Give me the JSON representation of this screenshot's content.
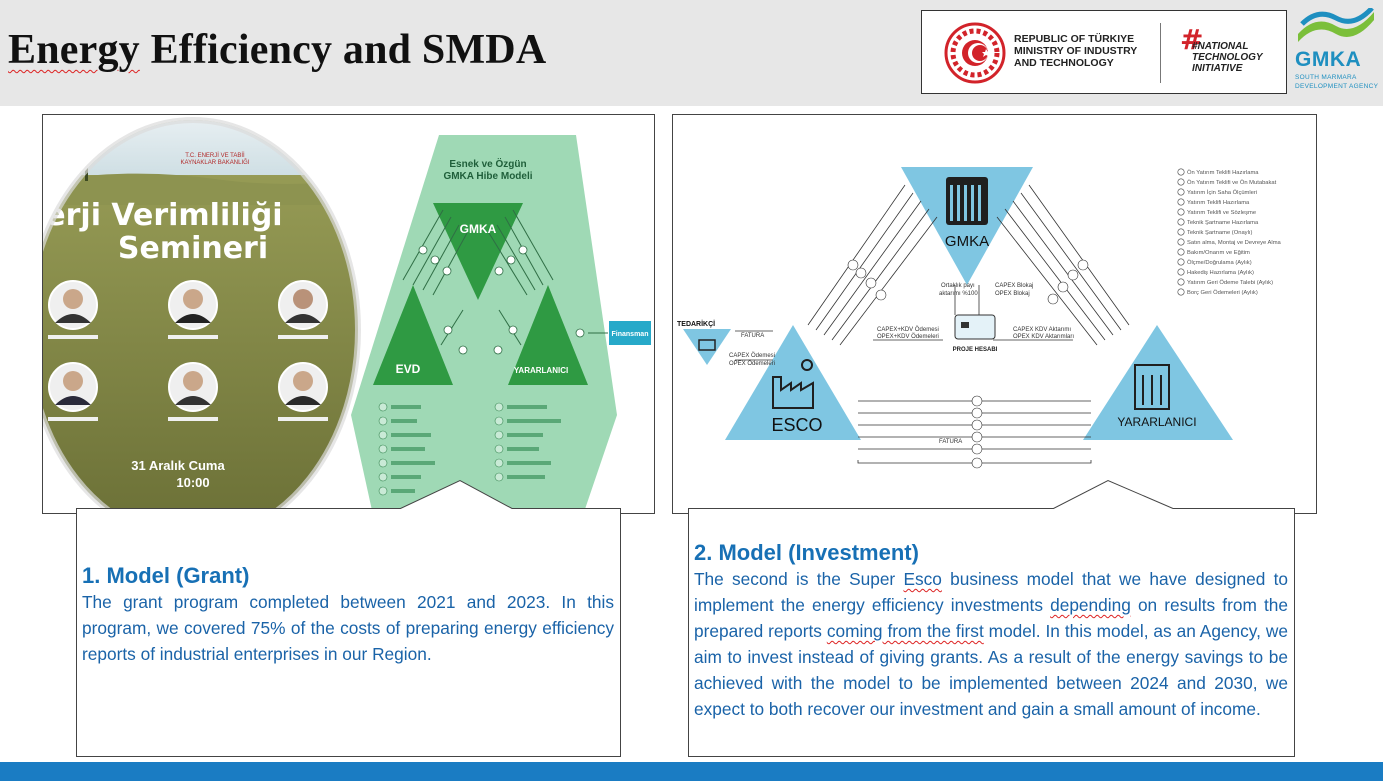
{
  "header": {
    "title_part1": "Energy",
    "title_part2": "Efficiency and SMDA",
    "ministry": [
      "REPUBLIC OF TÜRKIYE",
      "MINISTRY OF INDUSTRY",
      "AND TECHNOLOGY"
    ],
    "nti": [
      "#NATIONAL",
      "TECHNOLOGY",
      "INITIATIVE"
    ],
    "gmka_name": "GMKA",
    "gmka_sub": [
      "SOUTH MARMARA",
      "DEVELOPMENT AGENCY"
    ]
  },
  "grant_image": {
    "seminar_title": [
      "Enerji Verimliliği",
      "Semineri"
    ],
    "date": "31 Aralık Cuma",
    "time": "10:00",
    "model_title": [
      "Esnek ve Özgün",
      "GMKA Hibe Modeli"
    ],
    "gmka": "GMKA",
    "evd": "EVD",
    "yararlanici": "YARARLANICI",
    "finansman": "Finansman"
  },
  "investment_image": {
    "gmka": "GMKA",
    "esco": "ESCO",
    "yararlanici": "YARARLANICI",
    "tedarikci": "TEDARİKÇİ",
    "fatura": "FATURA",
    "proje_hesabi": "PROJE HESABI",
    "ortaklik": [
      "Ortaklık payı",
      "aktarımı %100"
    ],
    "capex_blokaj": [
      "CAPEX Blokaj",
      "OPEX Blokaj"
    ],
    "capex_kdv_esco": [
      "CAPEX+KDV Ödemesi",
      "OPEX+KDV Ödemeleri"
    ],
    "capex_kdv_yar": [
      "CAPEX KDV Aktarımı",
      "OPEX KDV Aktarımları"
    ],
    "capex_odemesi": [
      "CAPEX Ödemesi",
      "OPEX Ödemeleri"
    ],
    "legend": [
      "Ön Yatırım Teklifi Hazırlama",
      "Ön Yatırım Teklifi ve Ön Mutabakat",
      "Yatırım İçin Saha Ölçümleri",
      "Yatırım Teklifi Hazırlama",
      "Yatırım Teklifi ve Sözleşme",
      "Teknik Şartname Hazırlama",
      "Teknik Şartname (Onaylı)",
      "Satın alma, Montaj ve Devreye Alma",
      "Bakım/Onarım ve Eğitim",
      "Ölçme/Doğrulama (Aylık)",
      "Hakediş Hazırlama (Aylık)",
      "Yatırım Geri Ödeme Talebi (Aylık)",
      "Borç Geri Ödemeleri (Aylık)"
    ]
  },
  "model1": {
    "heading": "1. Model (Grant)",
    "body": "The grant program completed between 2021 and 2023. In this program, we covered 75% of the costs of preparing energy efficiency reports of industrial enterprises in our Region."
  },
  "model2": {
    "heading": "2. Model (Investment)",
    "p1": "The second is the Super ",
    "p_esco": "Esco",
    "p2": " business model that we have designed to implement the energy efficiency investments ",
    "p_depending": "depending",
    "p3": " on results from the prepared reports ",
    "p_coming": "coming from the first",
    "p4": " model. In this model, as an Agency, we aim to invest instead of giving grants. As a result of the energy savings to be achieved with the model to be implemented between 2024 and 2030, we expect to both recover our investment and gain a small amount of income."
  },
  "colors": {
    "accent_blue": "#1770b5",
    "body_blue": "#1a63a8",
    "bar_blue": "#1a7cc3",
    "header_gray": "#e7e7e7",
    "diagram_green": "#9fd9b5",
    "triangle_green": "#2f9a43",
    "diagram_cyan": "#7fc6e2"
  }
}
